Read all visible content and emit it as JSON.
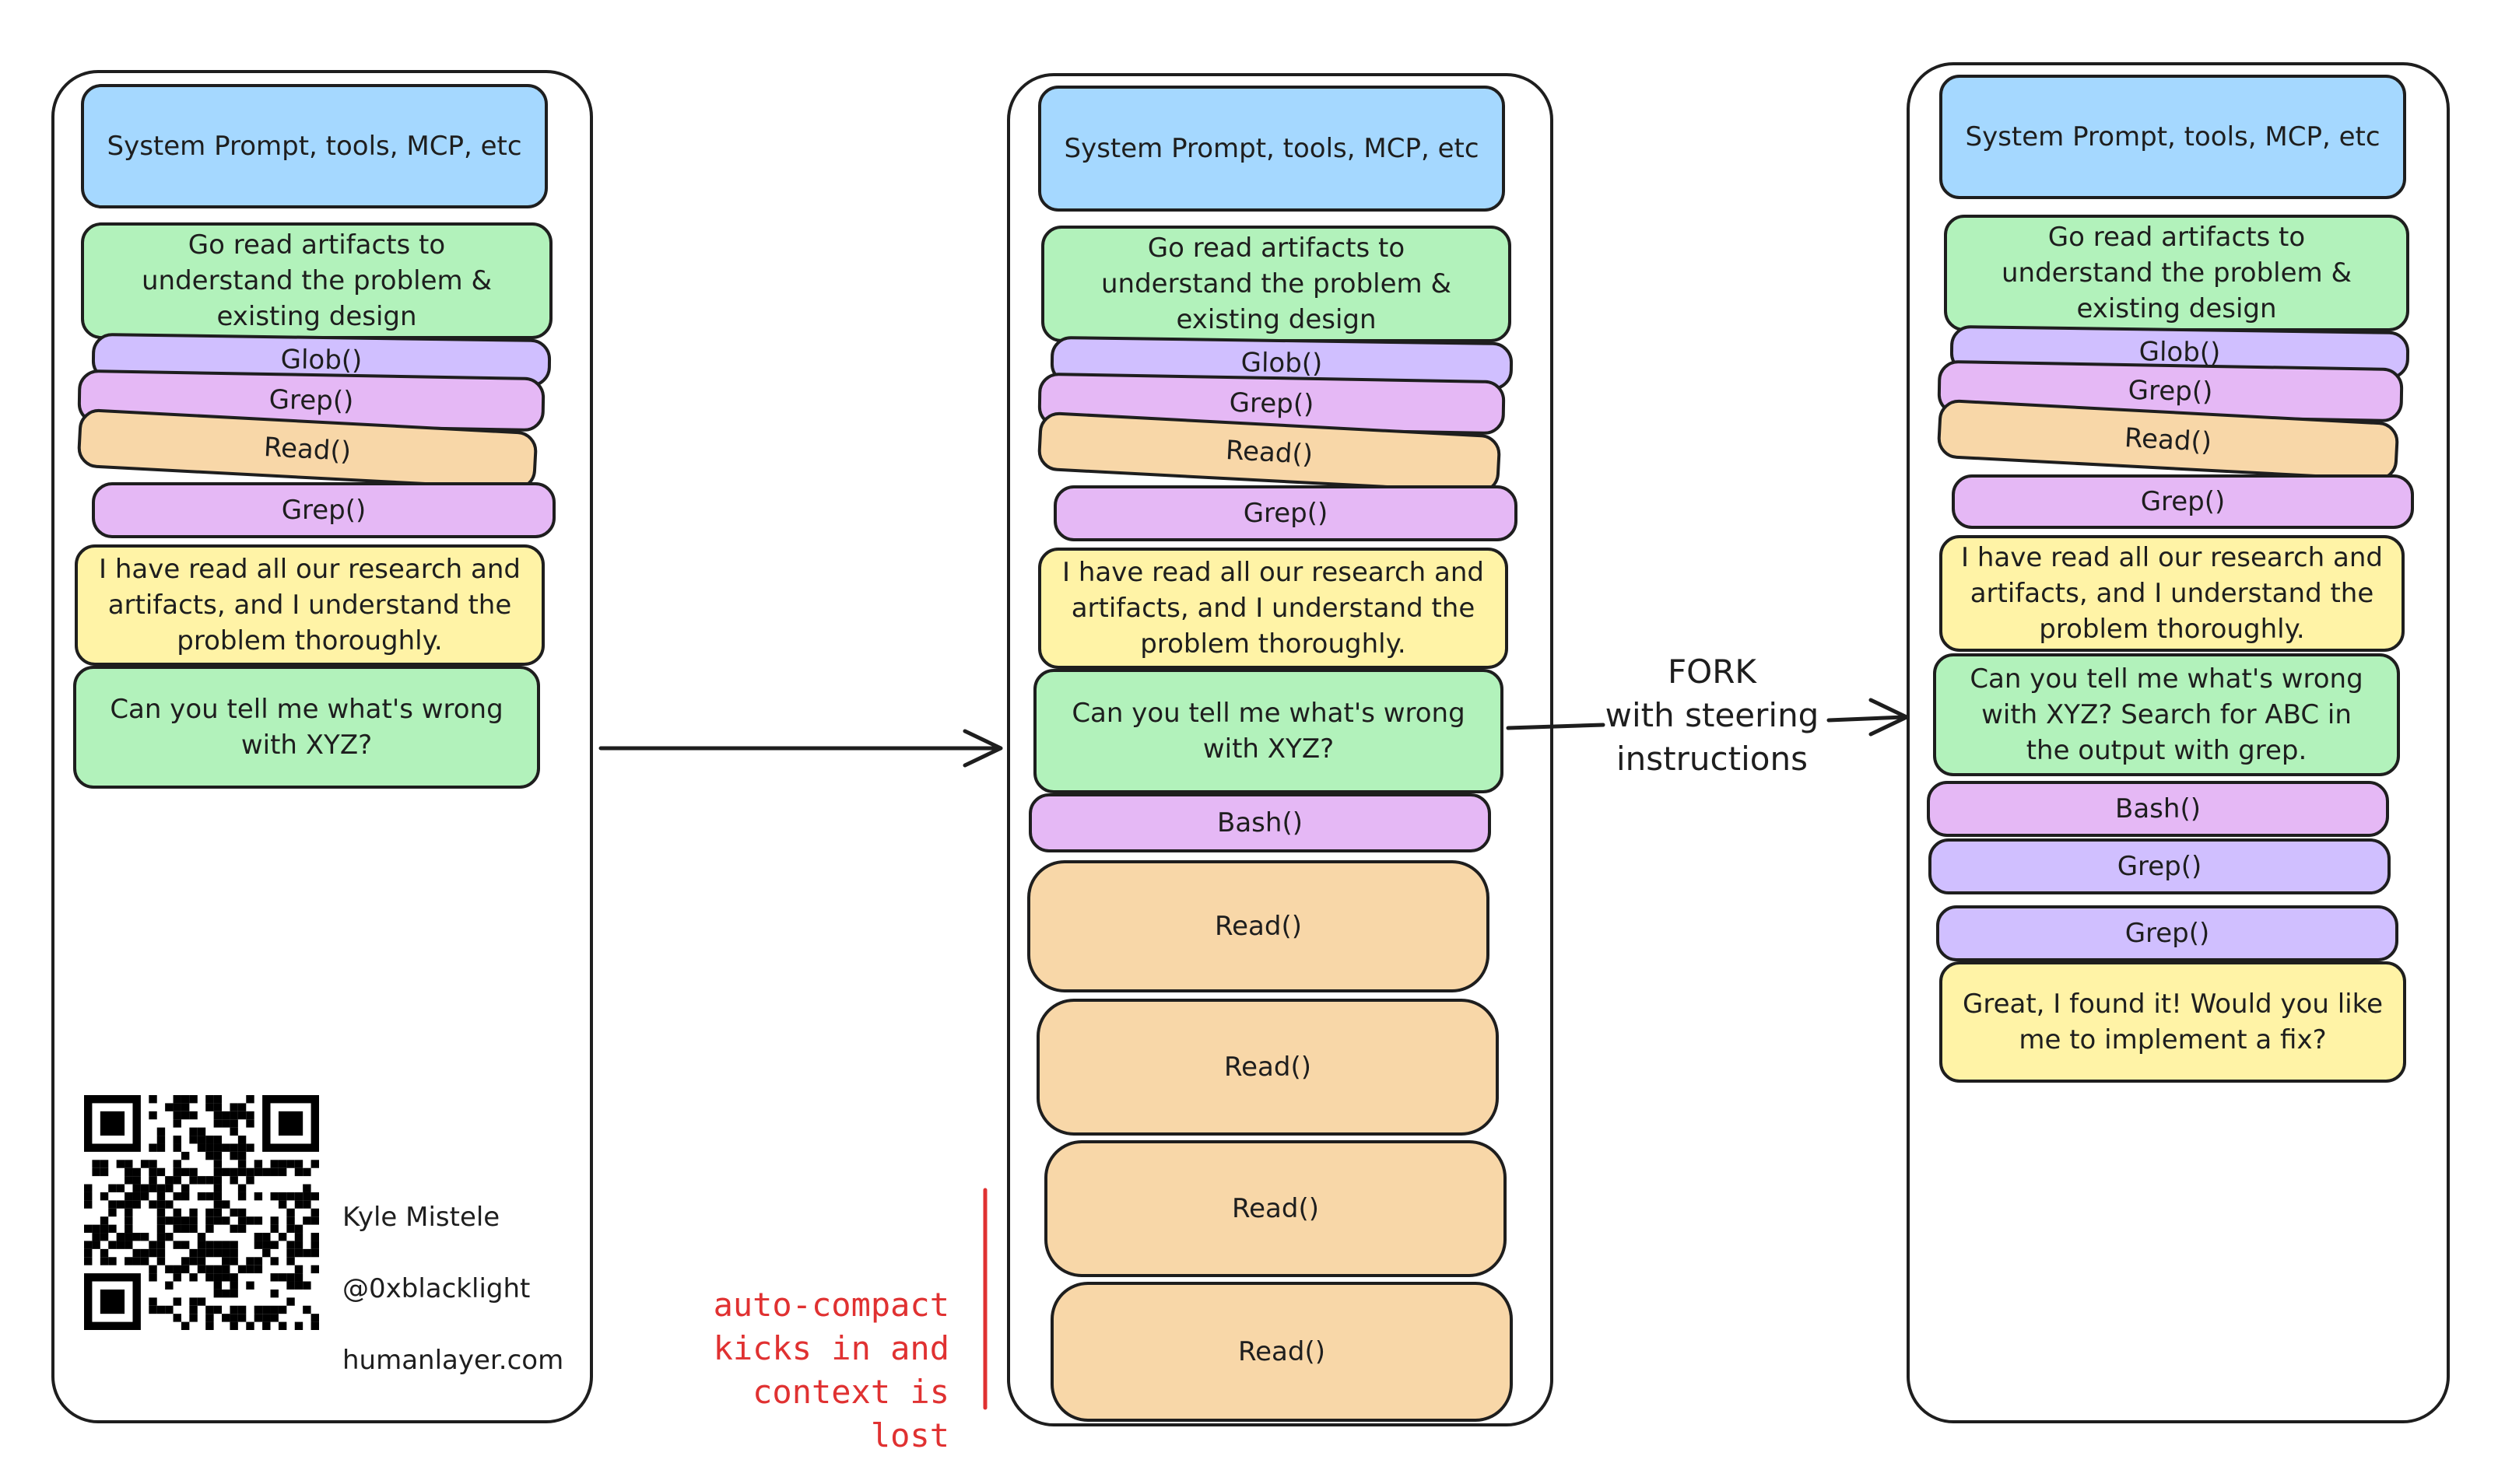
{
  "columns": [
    {
      "system": "System Prompt, tools, MCP, etc",
      "goread": "Go read artifacts to\nunderstand the problem &\nexisting design",
      "glob": "Glob()",
      "grep1": "Grep()",
      "read": "Read()",
      "grep2": "Grep()",
      "understood": "I have read all our research and\nartifacts, and I understand the\nproblem thoroughly.",
      "question": "Can you tell me what's wrong\nwith XYZ?"
    },
    {
      "system": "System Prompt, tools, MCP, etc",
      "goread": "Go read artifacts to\nunderstand the problem &\nexisting design",
      "glob": "Glob()",
      "grep1": "Grep()",
      "read": "Read()",
      "grep2": "Grep()",
      "understood": "I have read all our research and\nartifacts, and I understand the\nproblem thoroughly.",
      "question": "Can you tell me what's wrong\nwith XYZ?",
      "bash": "Bash()",
      "read_a": "Read()",
      "read_b": "Read()",
      "read_c": "Read()",
      "read_d": "Read()"
    },
    {
      "system": "System Prompt, tools, MCP, etc",
      "goread": "Go read artifacts to\nunderstand the problem &\nexisting design",
      "glob": "Glob()",
      "grep1": "Grep()",
      "read": "Read()",
      "grep2": "Grep()",
      "understood": "I have read all our research and\nartifacts, and I understand the\nproblem thoroughly.",
      "question": "Can you tell me what's wrong\nwith XYZ? Search for ABC in\nthe output with grep.",
      "bash": "Bash()",
      "grep3": "Grep()",
      "grep4": "Grep()",
      "answer": "Great, I found it! Would you like\nme to implement a fix?"
    }
  ],
  "fork_label": "FORK\nwith steering\ninstructions",
  "auto_compact_label": "auto-compact\nkicks in and\ncontext is lost",
  "author": {
    "name": "Kyle Mistele",
    "handle": "@0xblacklight",
    "site": "humanlayer.com"
  },
  "colors": {
    "blue": "#a5d8ff",
    "green": "#b2f2bb",
    "purple": "#d0bfff",
    "pink": "#e5b8f5",
    "orange": "#f8d7a8",
    "yellow": "#fff3a6",
    "red": "#e03131"
  },
  "qr_icon": "qr-code-icon"
}
